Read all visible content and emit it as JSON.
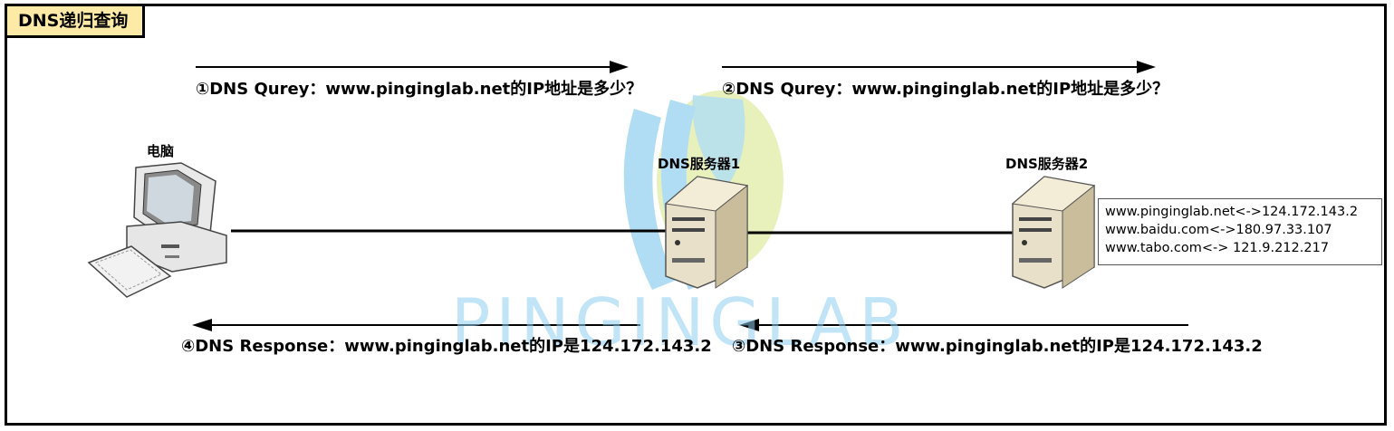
{
  "title": "DNS递归查询",
  "devices": {
    "computer": "电脑",
    "server1": "DNS服务器1",
    "server2": "DNS服务器2"
  },
  "messages": {
    "step1": "①DNS Qurey：www.pinginglab.net的IP地址是多少？",
    "step2": "②DNS Qurey：www.pinginglab.net的IP地址是多少？",
    "step3": "③DNS Response：www.pinginglab.net的IP是124.172.143.2",
    "step4": "④DNS Response：www.pinginglab.net的IP是124.172.143.2"
  },
  "records": [
    "www.pinginglab.net<->124.172.143.2",
    "www.baidu.com<->180.97.33.107",
    "www.tabo.com<-> 121.9.212.217"
  ],
  "watermark": "PINGINGLAB"
}
